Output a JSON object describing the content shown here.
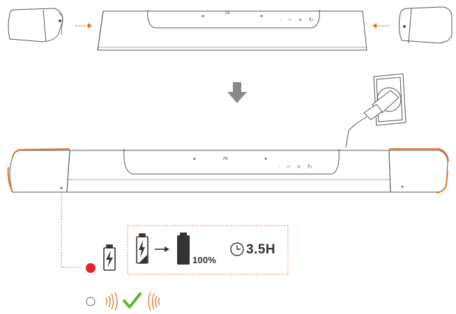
{
  "figure": {
    "brand_top": "JBL",
    "brand_bottom": "JBL",
    "controls_top": "· − + ↻",
    "controls_bottom": "· − + ↻",
    "charge_level": "100%",
    "charge_time": "3.5H"
  },
  "colors": {
    "line": "#555555",
    "accent_orange": "#e8702a",
    "red_dot": "#e8232a",
    "check_green": "#5cb82e",
    "arrow_gray": "#888888",
    "dotted_frame": "#e8864a"
  },
  "icons": [
    "battery-charging-icon",
    "battery-full-icon",
    "clock-icon",
    "wireless-waves-icon",
    "checkmark-icon",
    "plug-icon"
  ]
}
